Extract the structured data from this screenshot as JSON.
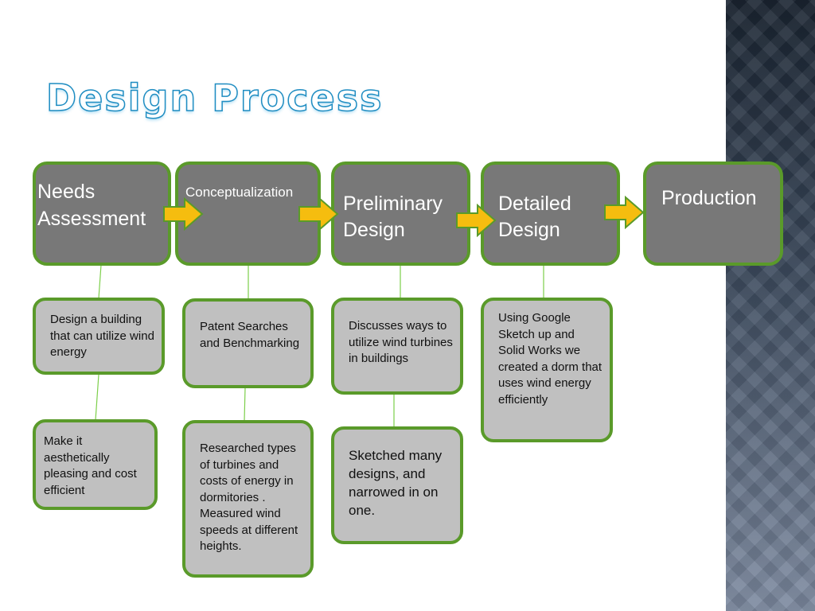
{
  "title": "Design Process",
  "stages": [
    {
      "label": "Needs Assessment"
    },
    {
      "label": "Conceptualization"
    },
    {
      "label": "Preliminary Design"
    },
    {
      "label": "Detailed Design"
    },
    {
      "label": "Production"
    }
  ],
  "details": [
    {
      "text": "Design a building that can utilize wind energy"
    },
    {
      "text": "Make it aesthetically pleasing and cost efficient"
    },
    {
      "text": "Patent Searches and Benchmarking"
    },
    {
      "text": "Researched types of turbines and costs of energy in dormitories . Measured wind speeds at different heights."
    },
    {
      "text": "Discusses ways to utilize wind turbines in buildings"
    },
    {
      "text": "Sketched many designs, and narrowed in on one."
    },
    {
      "text": "Using Google Sketch up and Solid Works we created a dorm that uses wind energy efficiently"
    }
  ],
  "colors": {
    "stage_fill": "#787878",
    "detail_fill": "#c0c0c0",
    "border": "#5a9a2a",
    "arrow": "#f5bd0f",
    "title_outline": "#1f8dc2"
  }
}
